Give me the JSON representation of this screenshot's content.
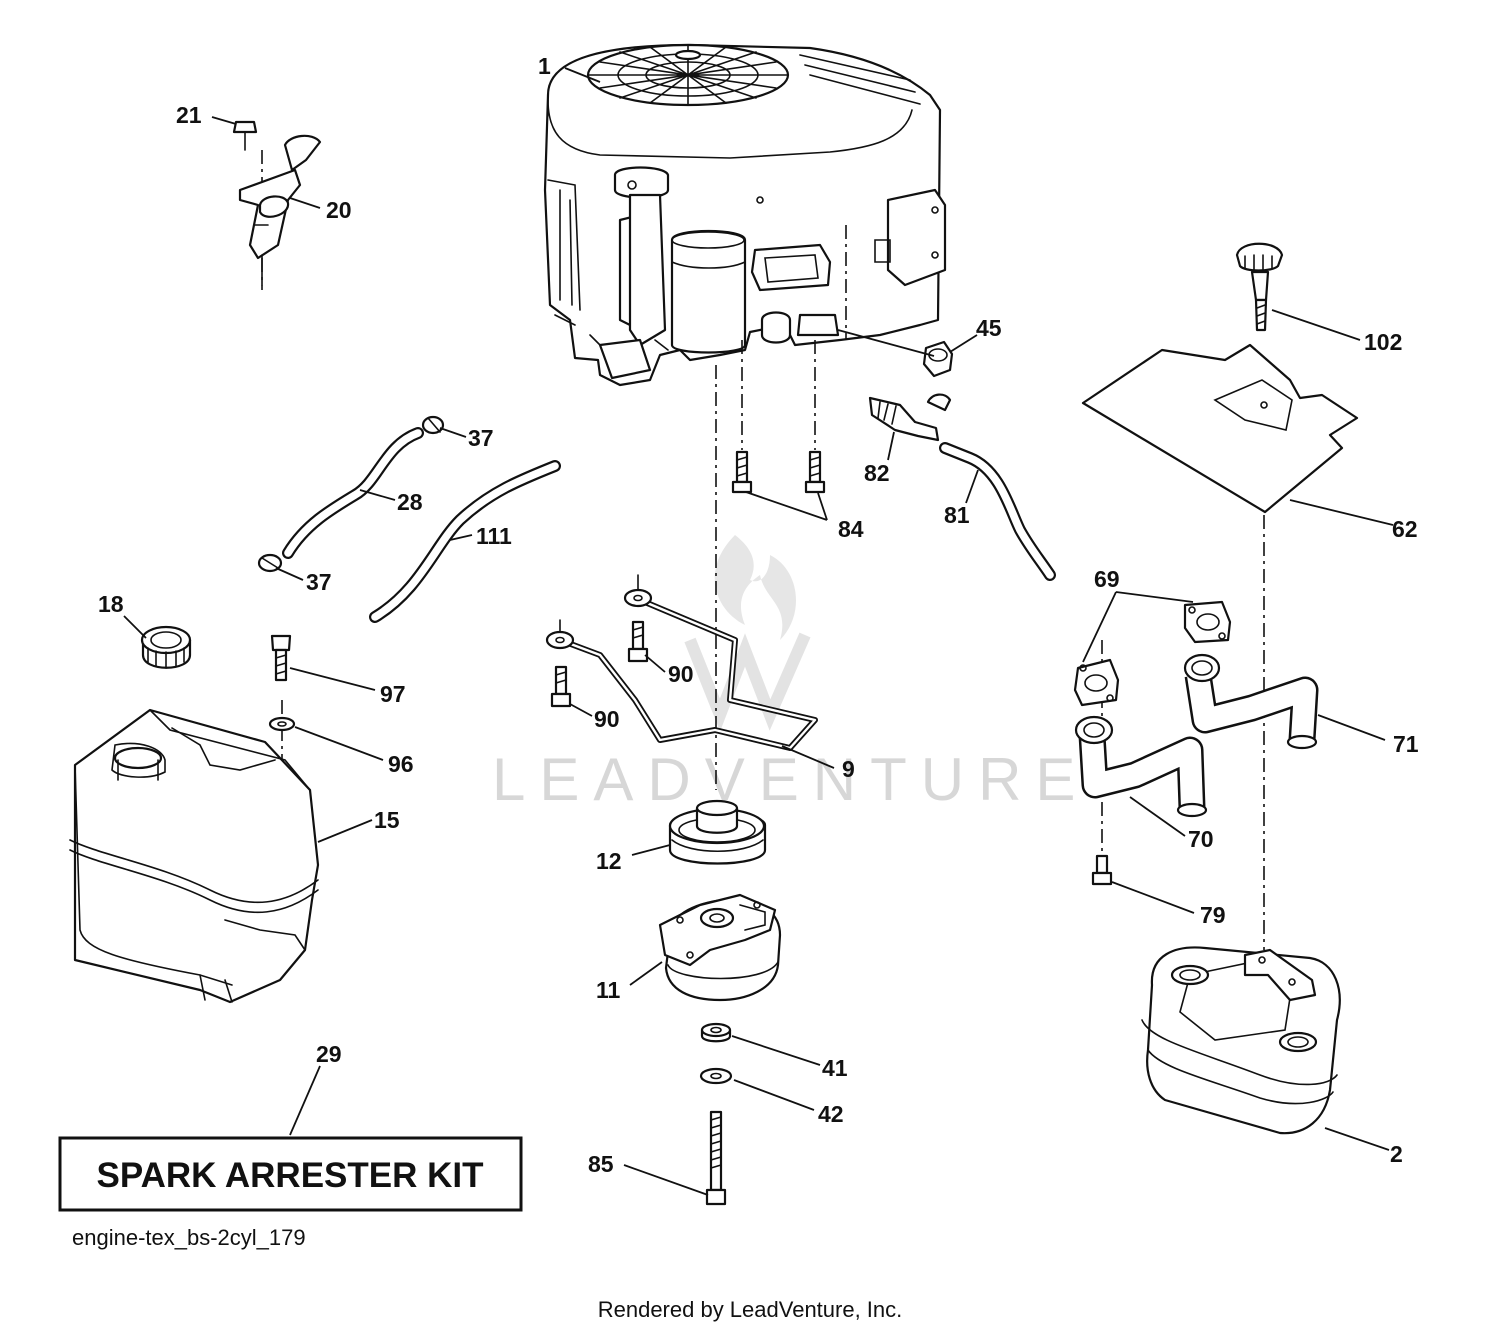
{
  "diagram": {
    "watermark": "LEADVENTURE",
    "kit_label": "SPARK ARRESTER KIT",
    "diagram_code": "engine-tex_bs-2cyl_179",
    "footer": "Rendered by LeadVenture, Inc."
  },
  "callouts": {
    "c1": "1",
    "c2": "2",
    "c9": "9",
    "c11": "11",
    "c12": "12",
    "c15": "15",
    "c18": "18",
    "c20": "20",
    "c21": "21",
    "c28": "28",
    "c29": "29",
    "c37a": "37",
    "c37b": "37",
    "c41": "41",
    "c42": "42",
    "c45": "45",
    "c62": "62",
    "c69": "69",
    "c70": "70",
    "c71": "71",
    "c79": "79",
    "c81": "81",
    "c82": "82",
    "c84": "84",
    "c85": "85",
    "c90a": "90",
    "c90b": "90",
    "c96": "96",
    "c97": "97",
    "c102": "102",
    "c111": "111"
  }
}
